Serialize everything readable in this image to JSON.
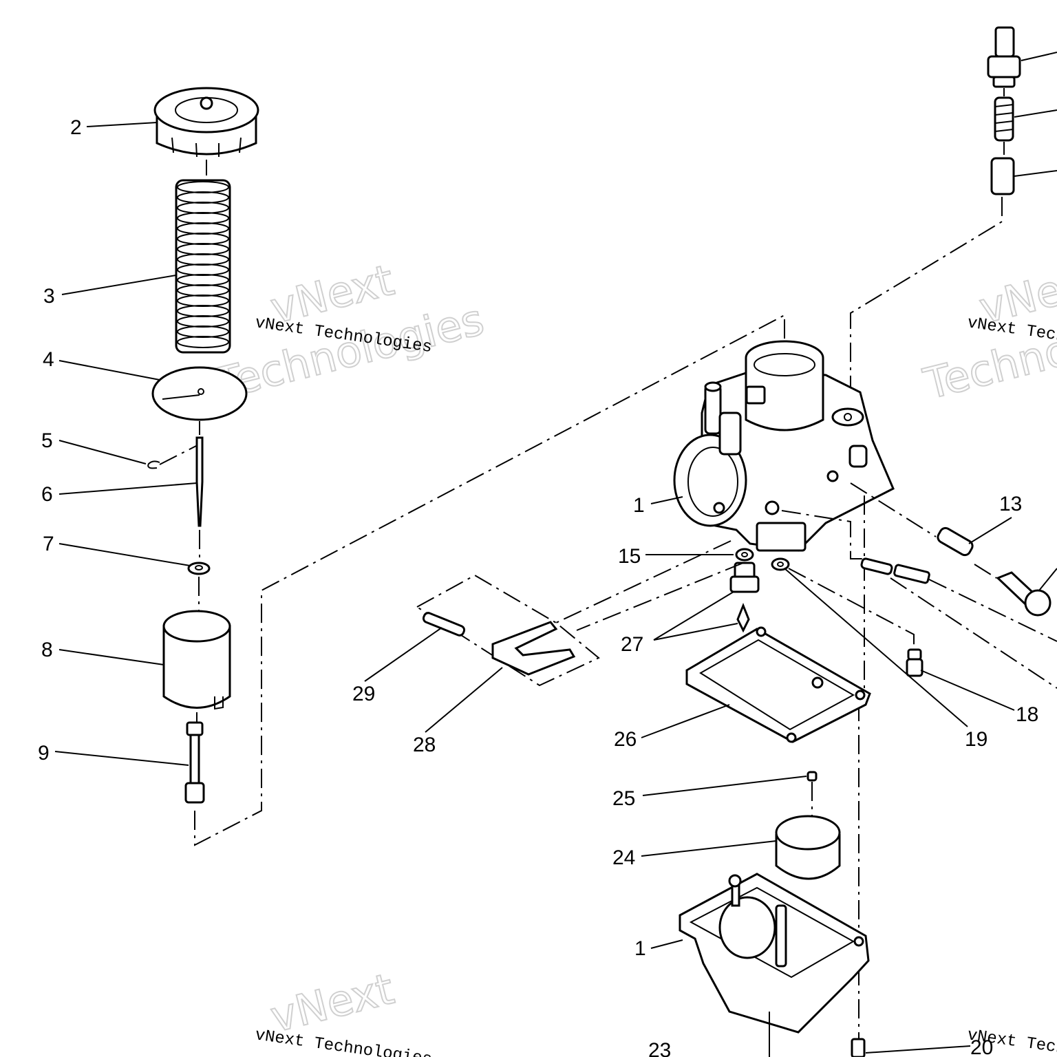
{
  "watermark": {
    "small_text": "vNext Technologies",
    "big_line1": "vNext",
    "big_line2": "Technologies"
  },
  "callouts": {
    "c1a": "1",
    "c1b": "1",
    "c2": "2",
    "c3": "3",
    "c4": "4",
    "c5": "5",
    "c6": "6",
    "c7": "7",
    "c8": "8",
    "c9": "9",
    "c13": "13",
    "c15": "15",
    "c18": "18",
    "c19": "19",
    "c20": "20",
    "c23": "23",
    "c24": "24",
    "c25": "25",
    "c26": "26",
    "c27": "27",
    "c28": "28",
    "c29": "29"
  }
}
